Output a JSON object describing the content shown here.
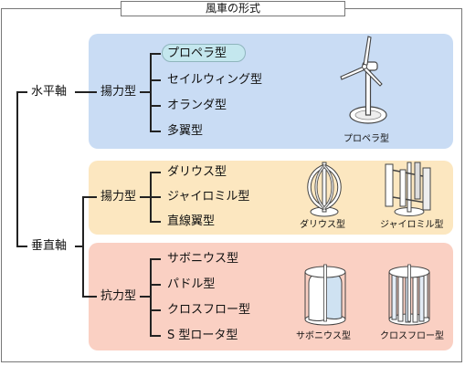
{
  "title": "風車の形式",
  "categories": {
    "horizontal": "水平軸",
    "vertical": "垂直軸"
  },
  "groups": {
    "h_lift": "揚力型",
    "v_lift": "揚力型",
    "v_drag": "抗力型"
  },
  "types": {
    "h_lift": [
      "プロペラ型",
      "セイルウィング型",
      "オランダ型",
      "多翼型"
    ],
    "v_lift": [
      "ダリウス型",
      "ジャイロミル型",
      "直線翼型"
    ],
    "v_drag": [
      "サボニウス型",
      "パドル型",
      "クロスフロー型",
      "S 型ロータ型"
    ]
  },
  "image_captions": {
    "propeller": "プロペラ型",
    "darrieus": "ダリウス型",
    "gyromill": "ジャイロミル型",
    "savonius": "サボニウス型",
    "crossflow": "クロスフロー型"
  },
  "colors": {
    "horizontal_lift_panel": "#c9dcf4",
    "vertical_lift_panel": "#fce7c0",
    "vertical_drag_panel": "#fad0c3",
    "highlight_pill": "#c4e7ee"
  }
}
